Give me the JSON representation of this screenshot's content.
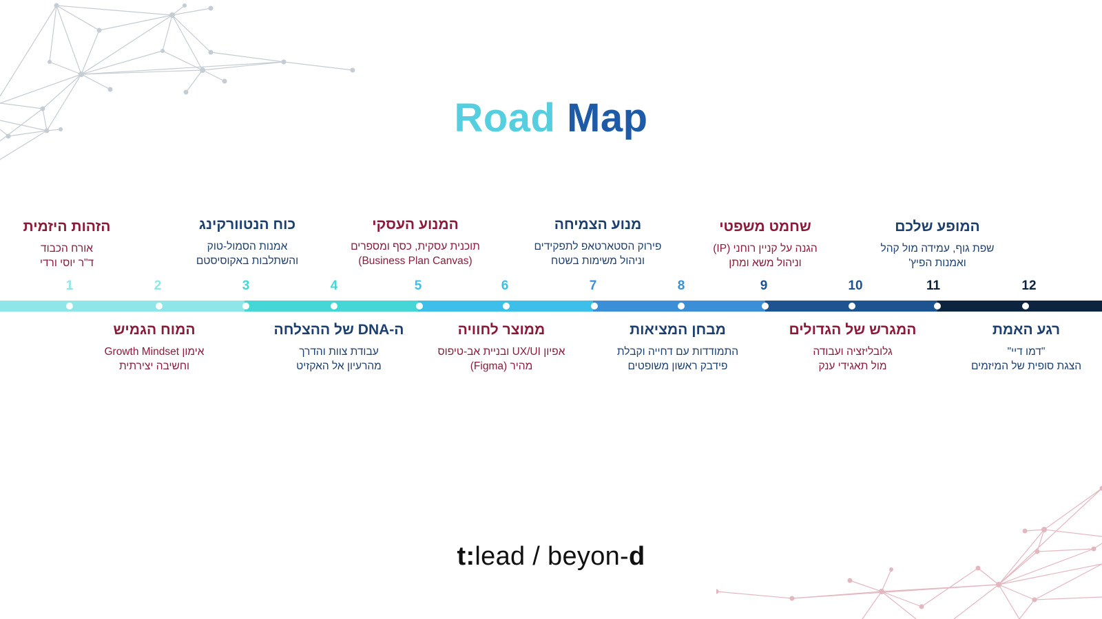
{
  "title": {
    "word1": "Road",
    "word2": "Map"
  },
  "logo": {
    "part_t": "t",
    "part_colon": ":",
    "part_lead": "lead / beyon-",
    "part_d": "d"
  },
  "colors": {
    "title_light": "#55cfe0",
    "title_dark": "#1f5aa6",
    "maroon": "#8b1a3a",
    "navy": "#1d3f6e",
    "network_grey": "#c5ccd3",
    "network_pink": "#e3b7c0"
  },
  "timeline": {
    "numbers": [
      "1",
      "2",
      "3",
      "4",
      "5",
      "6",
      "7",
      "8",
      "9",
      "10",
      "11",
      "12"
    ],
    "top_items": [
      {
        "title": "הזהות היזמית",
        "line1": "אורח הכבוד",
        "line2": "ד\"ר יוסי ורדי"
      },
      {
        "title": "כוח הנטוורקינג",
        "line1": "אמנות הסמול-טוק",
        "line2": "והשתלבות באקוסיסטם"
      },
      {
        "title": "המנוע העסקי",
        "line1": "תוכנית עסקית, כסף ומספרים",
        "line2": "(Business Plan Canvas)"
      },
      {
        "title": "מנוע הצמיחה",
        "line1": "פירוק הסטארטאפ לתפקידים",
        "line2": "וניהול משימות בשטח"
      },
      {
        "title": "שחמט משפטי",
        "line1": "הגנה על קניין רוחני (IP)",
        "line2": "וניהול משא ומתן"
      },
      {
        "title": "המופע שלכם",
        "line1": "שפת גוף, עמידה מול קהל",
        "line2": "ואמנות הפיץ'"
      }
    ],
    "bottom_items": [
      {
        "title": "המוח הגמיש",
        "line1": "אימון Growth Mindset",
        "line2": "וחשיבה יצירתית"
      },
      {
        "title": "ה-DNA של ההצלחה",
        "line1": "עבודת צוות והדרך",
        "line2": "מהרעיון אל האקזיט"
      },
      {
        "title": "ממוצר לחוויה",
        "line1": "אפיון UX/UI ובניית אב-טיפוס",
        "line2": "מהיר (Figma)"
      },
      {
        "title": "מבחן המציאות",
        "line1": "התמודדות עם דחייה וקבלת",
        "line2": "פידבק ראשון משופטים"
      },
      {
        "title": "המגרש של הגדולים",
        "line1": "גלובליזציה ועבודה",
        "line2": "מול תאגידי ענק"
      },
      {
        "title": "רגע האמת",
        "line1": "\"דמו דיי\"",
        "line2": "הצגת סופית של המיזמים"
      }
    ]
  }
}
